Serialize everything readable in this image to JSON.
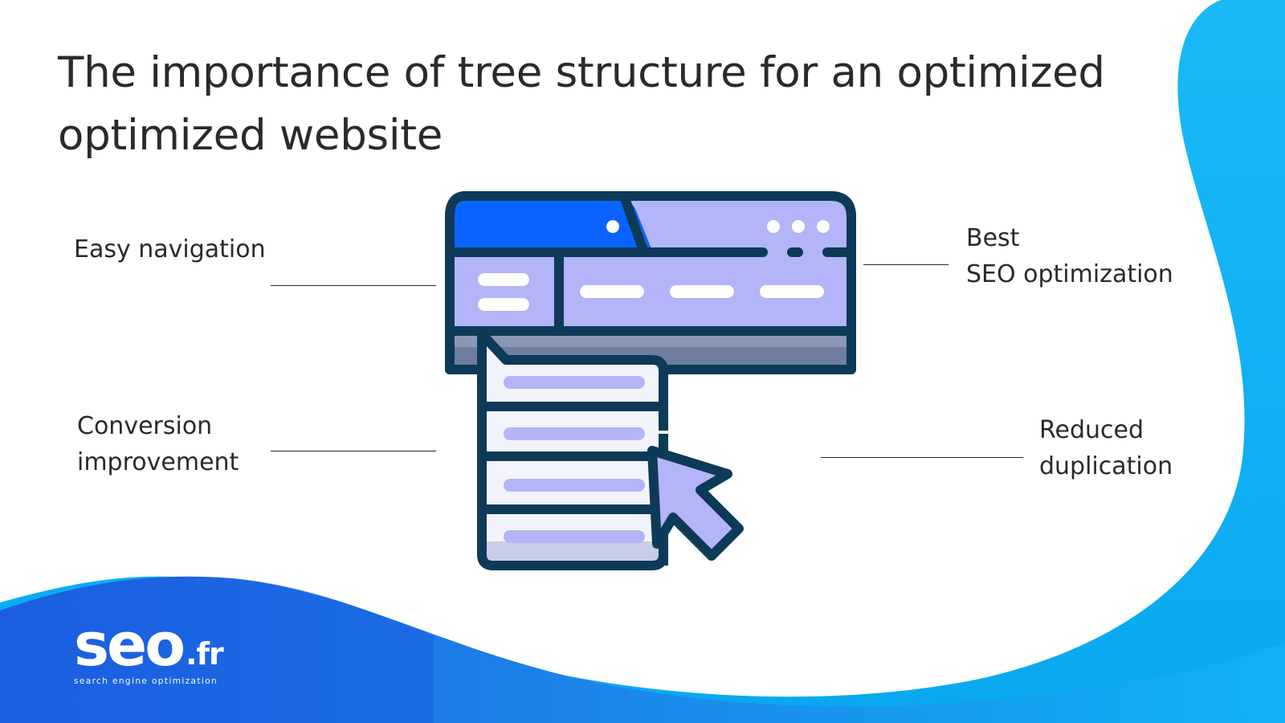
{
  "title": "The importance of tree structure for an optimized optimized website",
  "benefits": {
    "easy_navigation": "Easy navigation",
    "best_seo": {
      "line1": "Best",
      "line2": "SEO optimization"
    },
    "conversion": {
      "line1": "Conversion",
      "line2": "improvement"
    },
    "reduced": {
      "line1": "Reduced",
      "line2": "duplication"
    }
  },
  "logo": {
    "name": "seo",
    "tld": ".fr",
    "tagline": "search engine optimization"
  },
  "colors": {
    "accent_blue": "#0fb4f5",
    "deep_blue": "#1a5fe0",
    "outline": "#0d3a59",
    "lavender": "#b4b4f8",
    "window_blue": "#0b63ff",
    "text": "#2a2a2a"
  },
  "icons": {
    "illustration": "browser-window-with-list-and-cursor-icon"
  }
}
